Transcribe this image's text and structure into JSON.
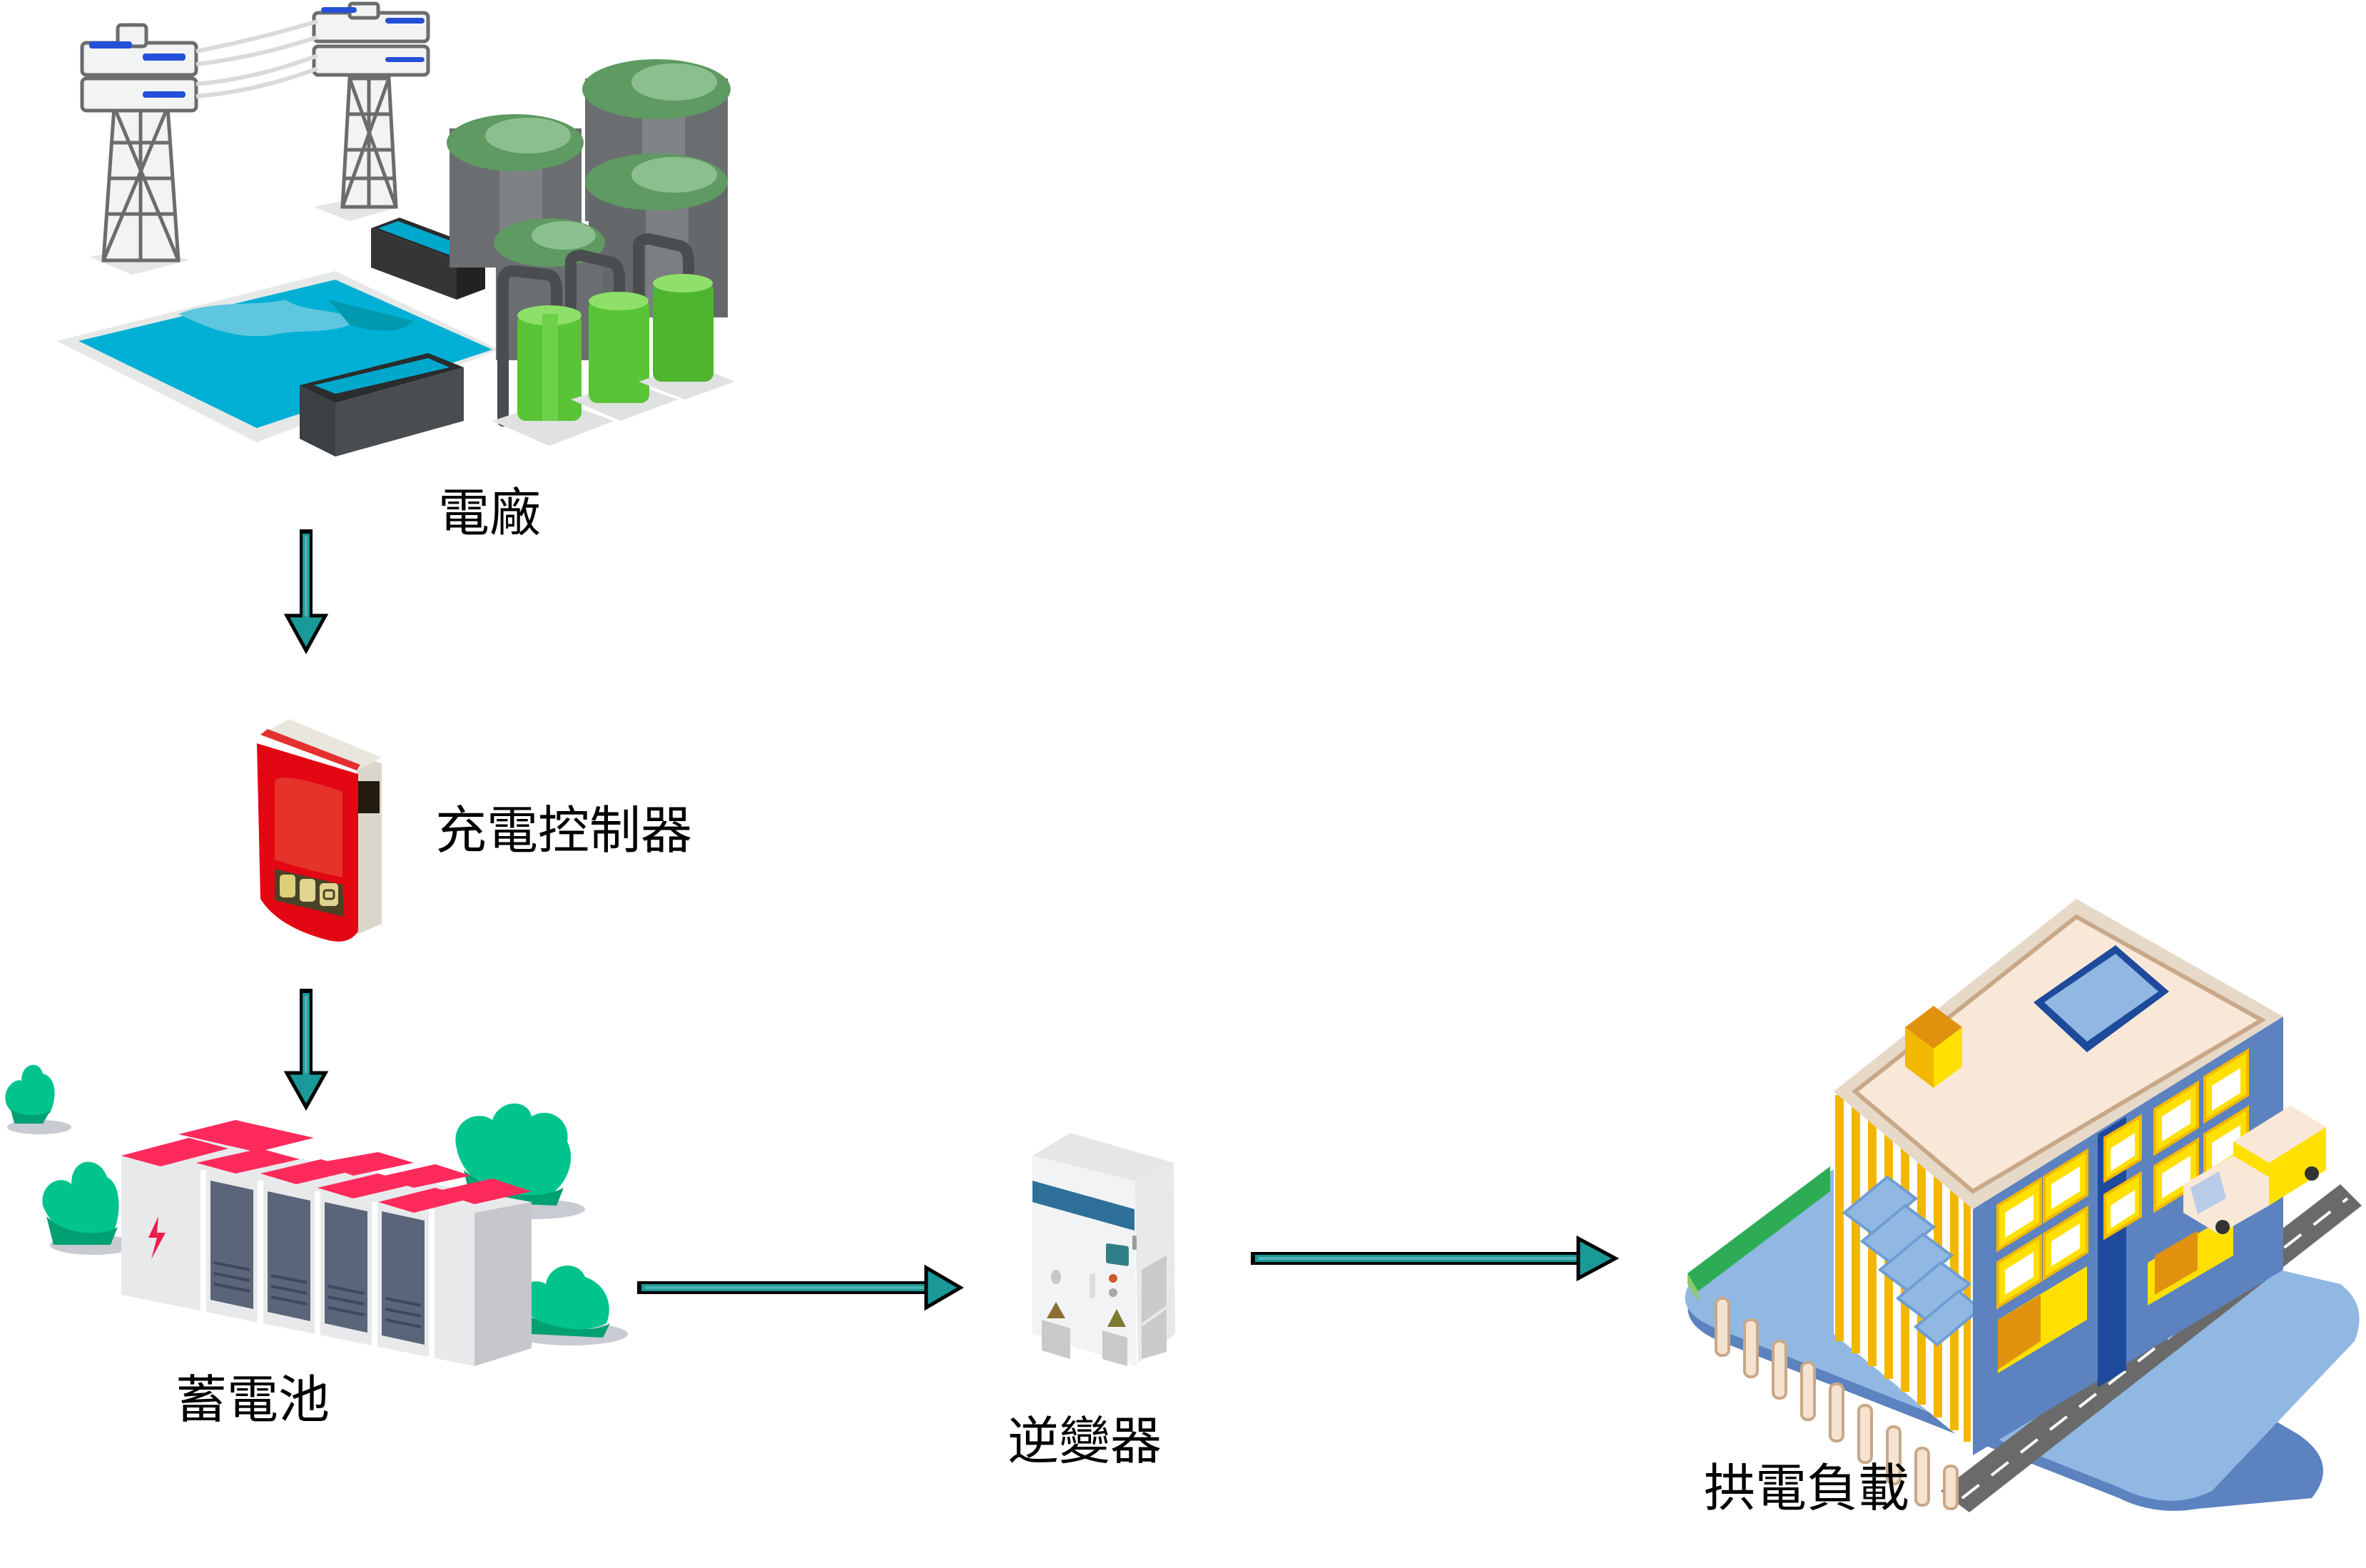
{
  "diagram": {
    "title": "",
    "colors": {
      "arrow_fill": "#1a9999",
      "arrow_highlight": "#4fb3b0",
      "arrow_outline": "#000000",
      "text": "#000000"
    },
    "nodes": [
      {
        "id": "power-plant",
        "label": "電廠",
        "icon": "power-plant-icon"
      },
      {
        "id": "charge-controller",
        "label": "充電控制器",
        "icon": "charge-controller-icon"
      },
      {
        "id": "battery",
        "label": "蓄電池",
        "icon": "battery-bank-icon"
      },
      {
        "id": "inverter",
        "label": "逆變器",
        "icon": "inverter-icon"
      },
      {
        "id": "load",
        "label": "拱電負載",
        "icon": "building-icon"
      }
    ],
    "edges": [
      {
        "from": "power-plant",
        "to": "charge-controller",
        "direction": "down"
      },
      {
        "from": "charge-controller",
        "to": "battery",
        "direction": "down"
      },
      {
        "from": "battery",
        "to": "inverter",
        "direction": "right"
      },
      {
        "from": "inverter",
        "to": "load",
        "direction": "right"
      }
    ]
  }
}
